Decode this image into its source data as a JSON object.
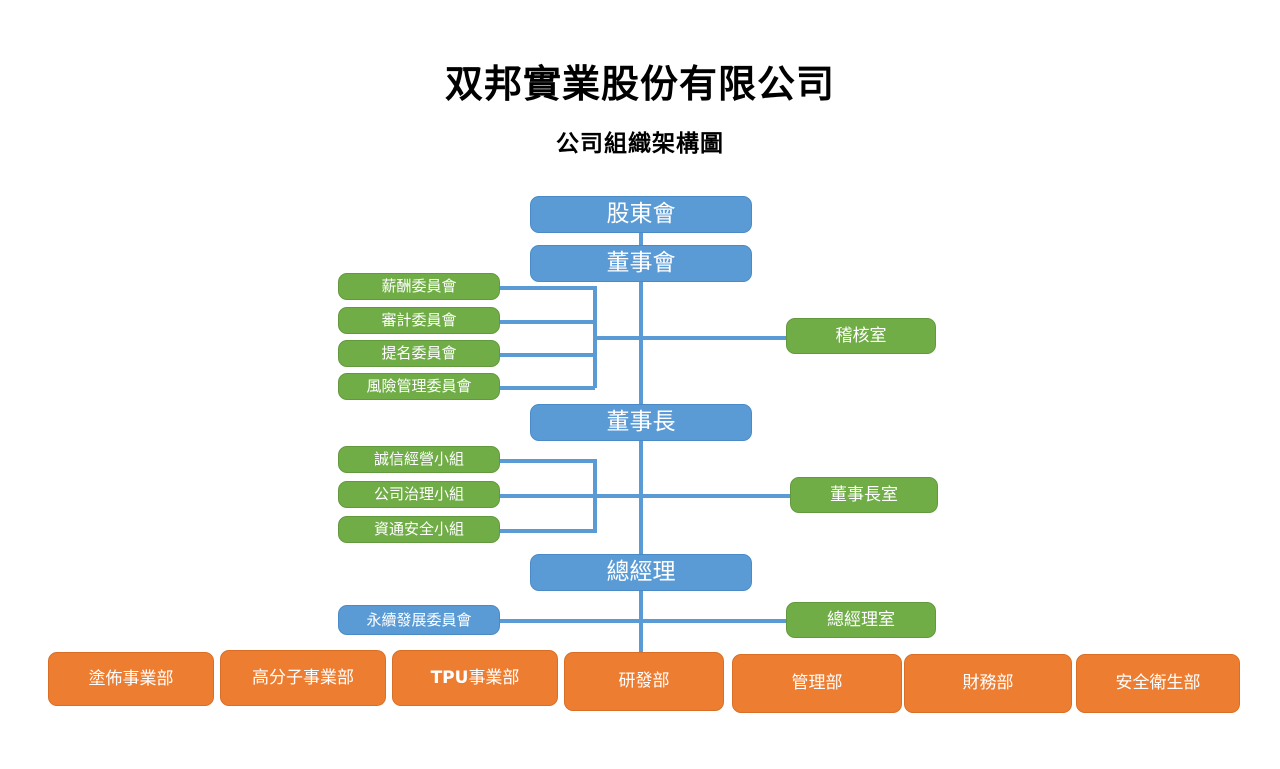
{
  "document": {
    "title_main": "双邦實業股份有限公司",
    "title_sub": "公司組織架構圖"
  },
  "colors": {
    "blue": "#5B9BD5",
    "green": "#70AD47",
    "orange": "#ED7D31",
    "line": "#5B9BD5",
    "text_on_node": "#FFFFFF",
    "title_text": "#000000",
    "background": "#FFFFFF"
  },
  "chart_data": {
    "type": "diagram",
    "diagram_type": "organization-chart",
    "title": "双邦實業股份有限公司",
    "subtitle": "公司組織架構圖",
    "levels": [
      {
        "name": "shareholders",
        "label": "股東會",
        "color": "blue"
      },
      {
        "name": "board",
        "label": "董事會",
        "color": "blue"
      },
      {
        "name": "chairman",
        "label": "董事長",
        "color": "blue"
      },
      {
        "name": "general-manager",
        "label": "總經理",
        "color": "blue"
      }
    ],
    "board_committees": [
      "薪酬委員會",
      "審計委員會",
      "提名委員會",
      "風險管理委員會"
    ],
    "board_staff": [
      "稽核室"
    ],
    "chairman_groups": [
      "誠信經營小組",
      "公司治理小組",
      "資通安全小組"
    ],
    "chairman_staff": [
      "董事長室"
    ],
    "gm_committees": [
      "永續發展委員會"
    ],
    "gm_staff": [
      "總經理室"
    ],
    "departments": [
      "塗佈事業部",
      "高分子事業部",
      "TPU事業部",
      "研發部",
      "管理部",
      "財務部",
      "安全衛生部"
    ],
    "edges": [
      {
        "from": "股東會",
        "to": "董事會"
      },
      {
        "from": "董事會",
        "to": "薪酬委員會"
      },
      {
        "from": "董事會",
        "to": "審計委員會"
      },
      {
        "from": "董事會",
        "to": "提名委員會"
      },
      {
        "from": "董事會",
        "to": "風險管理委員會"
      },
      {
        "from": "董事會",
        "to": "稽核室"
      },
      {
        "from": "董事會",
        "to": "董事長"
      },
      {
        "from": "董事長",
        "to": "誠信經營小組"
      },
      {
        "from": "董事長",
        "to": "公司治理小組"
      },
      {
        "from": "董事長",
        "to": "資通安全小組"
      },
      {
        "from": "董事長",
        "to": "董事長室"
      },
      {
        "from": "董事長",
        "to": "總經理"
      },
      {
        "from": "總經理",
        "to": "永續發展委員會"
      },
      {
        "from": "總經理",
        "to": "總經理室"
      },
      {
        "from": "總經理",
        "to": "塗佈事業部"
      },
      {
        "from": "總經理",
        "to": "高分子事業部"
      },
      {
        "from": "總經理",
        "to": "TPU事業部"
      },
      {
        "from": "總經理",
        "to": "研發部"
      },
      {
        "from": "總經理",
        "to": "管理部"
      },
      {
        "from": "總經理",
        "to": "財務部"
      },
      {
        "from": "總經理",
        "to": "安全衛生部"
      }
    ]
  },
  "nodes": {
    "shareholders": {
      "label": "股東會"
    },
    "board": {
      "label": "董事會"
    },
    "chairman": {
      "label": "董事長"
    },
    "general_manager": {
      "label": "總經理"
    },
    "committee_remuneration": {
      "label": "薪酬委員會"
    },
    "committee_audit": {
      "label": "審計委員會"
    },
    "committee_nomination": {
      "label": "提名委員會"
    },
    "committee_risk": {
      "label": "風險管理委員會"
    },
    "office_audit": {
      "label": "稽核室"
    },
    "group_integrity": {
      "label": "誠信經營小組"
    },
    "group_governance": {
      "label": "公司治理小組"
    },
    "group_infosec": {
      "label": "資通安全小組"
    },
    "office_chairman": {
      "label": "董事長室"
    },
    "committee_sustainability": {
      "label": "永續發展委員會"
    },
    "office_gm": {
      "label": "總經理室"
    },
    "dept_coating": {
      "label": "塗佈事業部"
    },
    "dept_polymer": {
      "label": "高分子事業部"
    },
    "dept_tpu_prefix": {
      "label": "TPU"
    },
    "dept_tpu_suffix": {
      "label": "事業部"
    },
    "dept_rnd": {
      "label": "研發部"
    },
    "dept_admin": {
      "label": "管理部"
    },
    "dept_finance": {
      "label": "財務部"
    },
    "dept_safety": {
      "label": "安全衛生部"
    }
  }
}
